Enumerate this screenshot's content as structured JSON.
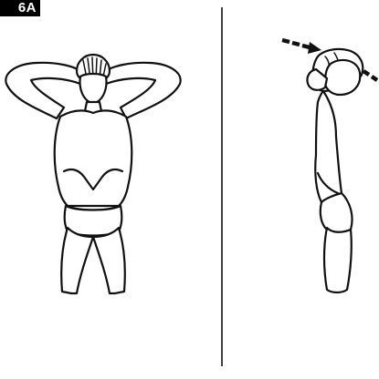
{
  "figure": {
    "step_label": "6A",
    "colors": {
      "line": "#111111",
      "background": "#ffffff",
      "label_background": "#000000",
      "label_text": "#ffffff"
    },
    "panels": [
      {
        "view": "front",
        "pose": "standing-hands-clasped-behind-head"
      },
      {
        "view": "side",
        "pose": "standing-hands-behind-head-elbows-pressed-back",
        "arrows": 2
      }
    ]
  }
}
